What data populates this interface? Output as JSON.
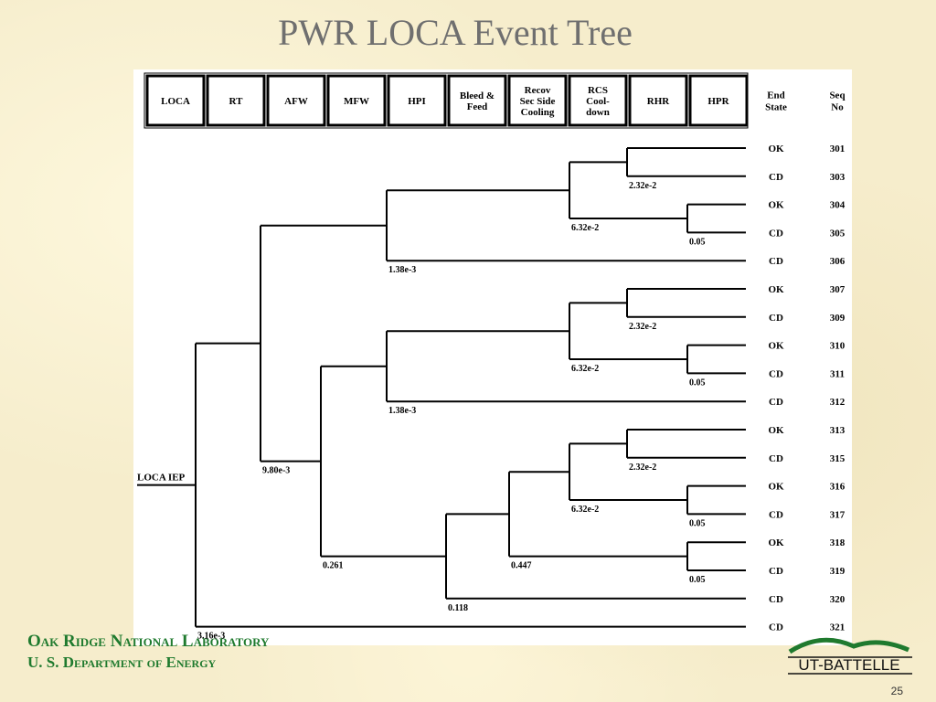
{
  "title": "PWR LOCA Event Tree",
  "headers": [
    "LOCA",
    "RT",
    "AFW",
    "MFW",
    "HPI",
    "Bleed &\nFeed",
    "Recov\nSec Side\nCooling",
    "RCS\nCool-\ndown",
    "RHR",
    "HPR"
  ],
  "end_headers": {
    "end_state": "End\nState",
    "seq_no": "Seq\nNo"
  },
  "initiator": "LOCA IEP",
  "probabilities": [
    "2.32e-2",
    "6.32e-2",
    "0.05",
    "1.38e-3",
    "2.32e-2",
    "6.32e-2",
    "0.05",
    "1.38e-3",
    "9.80e-3",
    "2.32e-2",
    "6.32e-2",
    "0.05",
    "0.447",
    "0.05",
    "0.261",
    "0.118",
    "3.16e-3"
  ],
  "sequences": [
    {
      "end_state": "OK",
      "seq_no": "301"
    },
    {
      "end_state": "CD",
      "seq_no": "303"
    },
    {
      "end_state": "OK",
      "seq_no": "304"
    },
    {
      "end_state": "CD",
      "seq_no": "305"
    },
    {
      "end_state": "CD",
      "seq_no": "306"
    },
    {
      "end_state": "OK",
      "seq_no": "307"
    },
    {
      "end_state": "CD",
      "seq_no": "309"
    },
    {
      "end_state": "OK",
      "seq_no": "310"
    },
    {
      "end_state": "CD",
      "seq_no": "311"
    },
    {
      "end_state": "CD",
      "seq_no": "312"
    },
    {
      "end_state": "OK",
      "seq_no": "313"
    },
    {
      "end_state": "CD",
      "seq_no": "315"
    },
    {
      "end_state": "OK",
      "seq_no": "316"
    },
    {
      "end_state": "CD",
      "seq_no": "317"
    },
    {
      "end_state": "OK",
      "seq_no": "318"
    },
    {
      "end_state": "CD",
      "seq_no": "319"
    },
    {
      "end_state": "CD",
      "seq_no": "320"
    },
    {
      "end_state": "CD",
      "seq_no": "321"
    }
  ],
  "footer": {
    "line1": "Oak Ridge National Laboratory",
    "line2": "U. S. Department of Energy",
    "logo_text": "UT-BATTELLE",
    "page_number": "25"
  },
  "colors": {
    "footer_green": "#1f7a2e",
    "title_gray": "#6f6f6f"
  }
}
